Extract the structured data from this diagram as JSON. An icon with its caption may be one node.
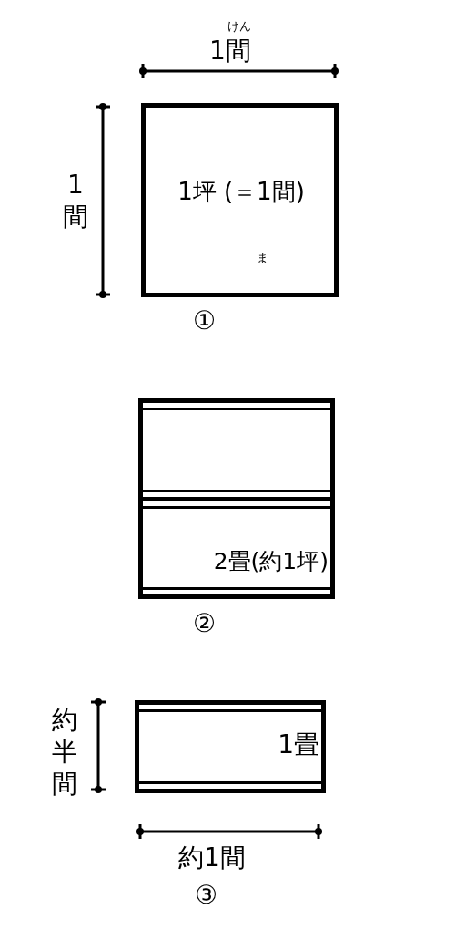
{
  "diagram": {
    "nodes": [
      {
        "text": [
          "1坪 (＝1間)",
          "ま"
        ],
        "beside": [
          "①"
        ]
      },
      {
        "text": [],
        "shape": "box"
      },
      {
        "text": [
          "2畳(約1坪)"
        ],
        "beside": [
          "②"
        ]
      },
      {
        "text": [
          "1畳"
        ],
        "beside": [
          "③"
        ]
      }
    ],
    "labels": [
      "けん",
      "1間",
      "1間",
      "約半間",
      "約1間"
    ]
  }
}
